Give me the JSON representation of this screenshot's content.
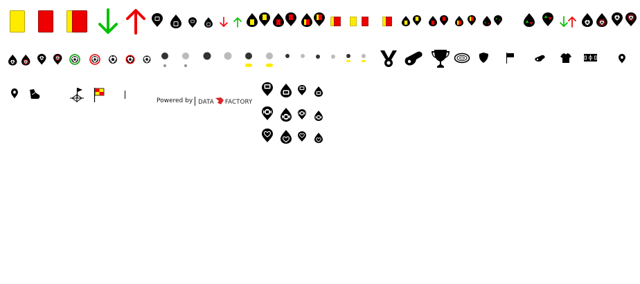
{
  "credit": {
    "prefix": "Powered by",
    "brand_left": "DATA",
    "brand_right": "FACTORY"
  },
  "colors": {
    "yellow_card": "#ffeb00",
    "red_card": "#ee0000",
    "green_arrow": "#00c000",
    "red_arrow": "#ee0000",
    "icon_black": "#000000",
    "grey": "#bbbbbb",
    "dark_grey": "#333333",
    "brand_red": "#d9262b"
  },
  "rows": [
    {
      "id": "row-1",
      "icons": [
        "yellow-card-icon",
        "red-card-icon",
        "second-yellow-card-icon",
        "substitution-in-arrow-icon",
        "substitution-out-arrow-icon",
        "event-pin-icon",
        "event-drop-icon",
        "event-small-pin-icon",
        "event-small-drop-icon",
        "small-red-down-arrow-icon",
        "small-green-up-arrow-icon",
        "yellow-card-drop-icon",
        "yellow-card-pin-icon",
        "red-card-drop-icon",
        "red-card-pin-icon",
        "second-yellow-drop-icon",
        "second-yellow-pin-icon",
        "small-second-yellow-card-icon",
        "small-yellow-card-icon",
        "small-red-card-icon",
        "tiny-second-yellow-card-icon",
        "yellow-card-small-drop-icon",
        "yellow-card-small-pin-icon",
        "red-card-small-drop-icon",
        "red-card-small-pin-icon",
        "second-yellow-small-drop-icon",
        "second-yellow-small-pin-icon",
        "substitution-small-drop-icon",
        "substitution-small-pin-icon",
        "substitution-drop-icon",
        "substitution-pin-icon",
        "substitution-arrows-icon",
        "goal-drop-icon",
        "own-goal-drop-icon",
        "goal-pin-icon",
        "own-goal-pin-icon"
      ]
    },
    {
      "id": "row-2",
      "icons": [
        "goal-small-drop-icon",
        "own-goal-small-drop-icon",
        "goal-small-pin-icon",
        "own-goal-small-pin-icon",
        "penalty-ball-icon",
        "missed-penalty-ball-icon",
        "ball-icon",
        "own-goal-ball-icon",
        "small-ball-icon",
        "dot-ball-icon",
        "grey-dot-ball-icon",
        "dot-icon",
        "grey-dot-icon",
        "dot-yellow-icon",
        "grey-dot-yellow-icon",
        "small-dot-icon",
        "small-grey-dot-icon",
        "tiny-dot-icon",
        "tiny-grey-dot-icon",
        "tiny-dot-yellow-icon",
        "tiny-grey-dot-yellow-icon",
        "medal-icon",
        "whistle-icon",
        "trophy-icon",
        "stadium-icon",
        "shield-icon",
        "corner-flag-icon",
        "small-whistle-icon",
        "shirt-icon",
        "pitch-icon",
        "location-pin-icon"
      ]
    },
    {
      "id": "row-3",
      "icons": [
        "small-location-pin-icon",
        "boot-icon",
        "corner-icon",
        "offside-flag-icon",
        "divider-line-icon"
      ]
    },
    {
      "id": "grid",
      "icons": [
        "tv-pin-icon",
        "tv-drop-icon",
        "tv-small-pin-icon",
        "tv-small-drop-icon",
        "var-pin-icon",
        "var-drop-icon",
        "var-small-pin-icon",
        "var-small-drop-icon",
        "injury-pin-icon",
        "injury-drop-icon",
        "injury-small-pin-icon",
        "injury-small-drop-icon"
      ]
    }
  ]
}
